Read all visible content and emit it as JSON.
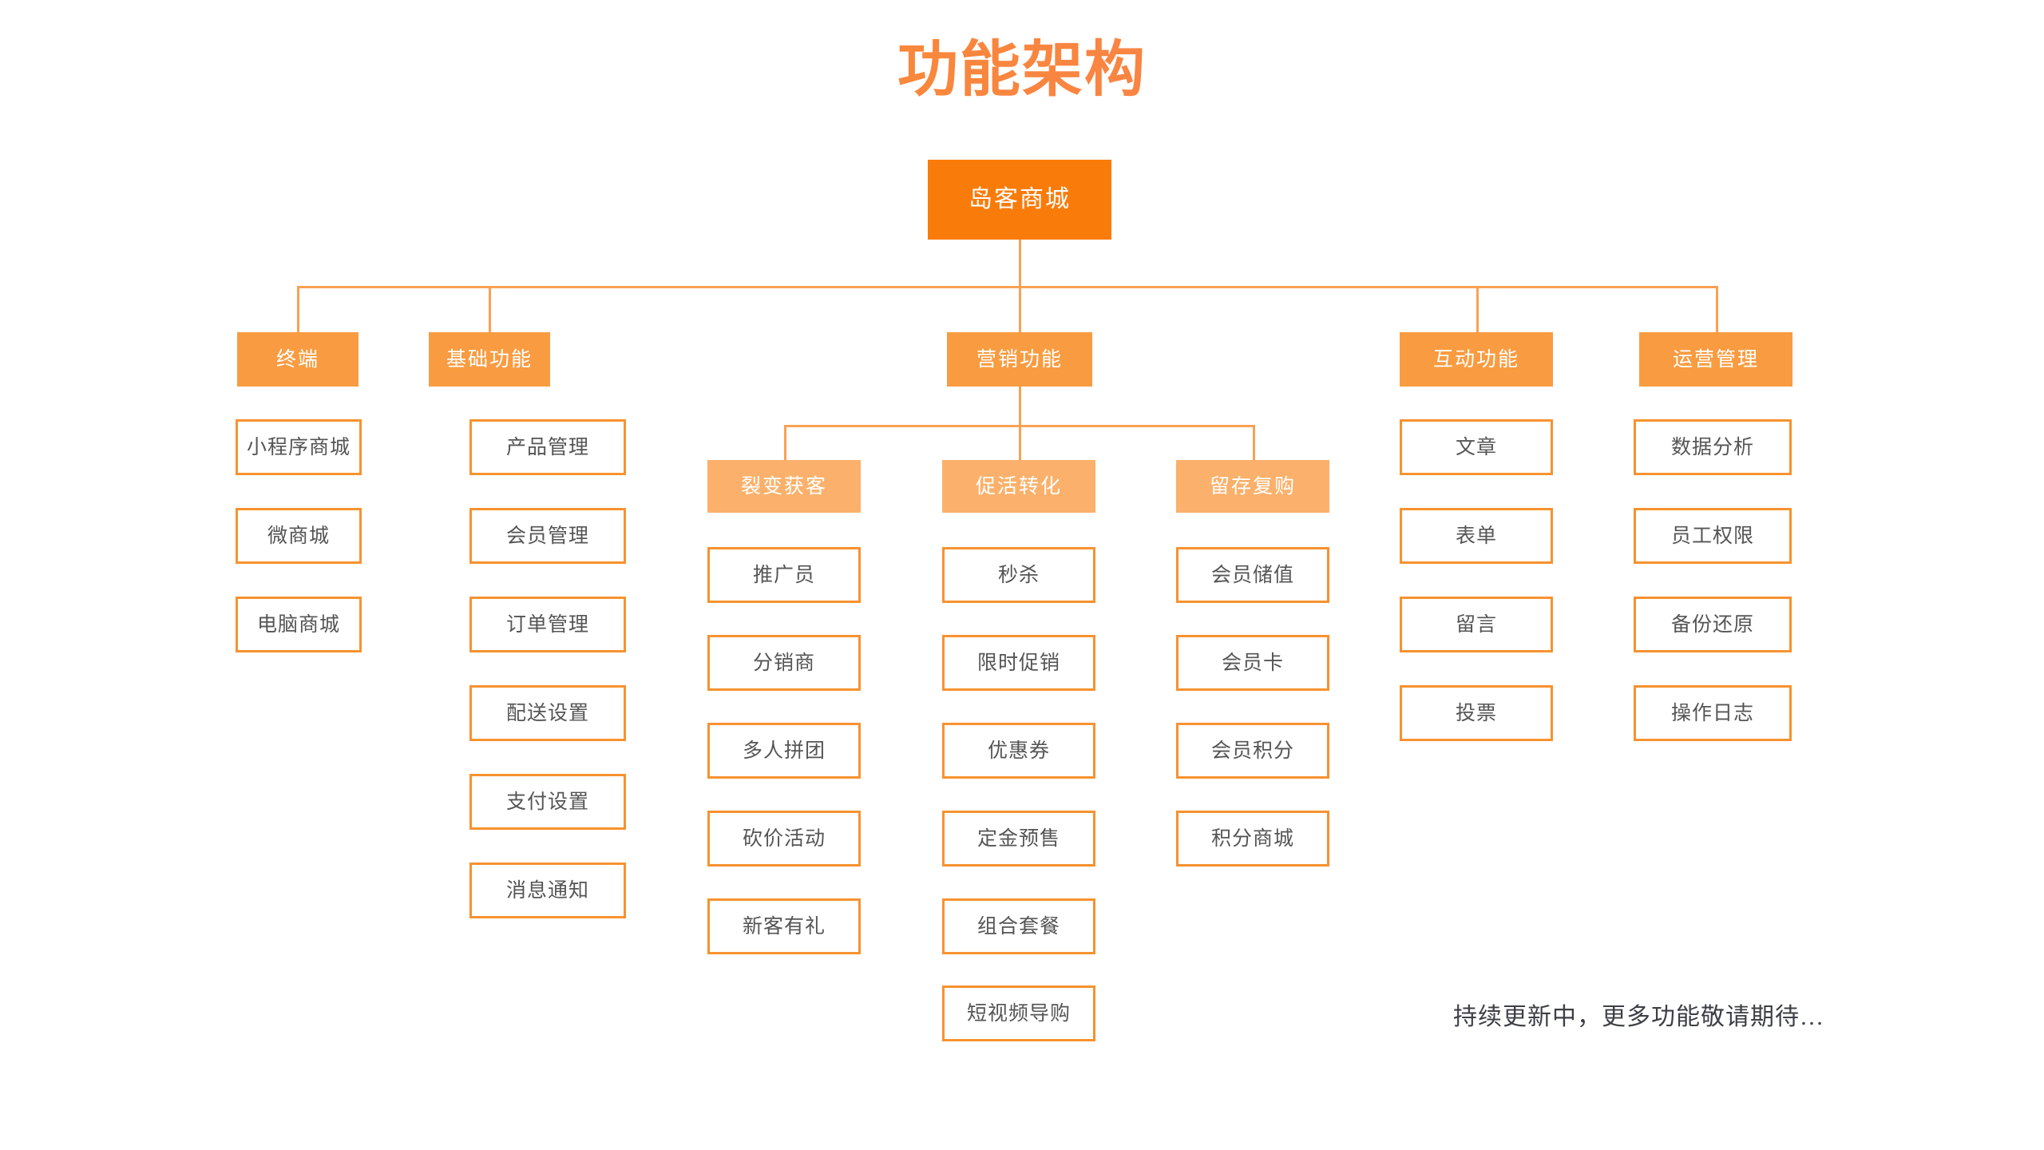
{
  "title": "功能架构",
  "colors": {
    "title_gradient_start": "#F7931E",
    "title_gradient_end": "#FA7B62",
    "root_fill": "#F97C0B",
    "level2_fill": "#F99C41",
    "level3_fill": "#FBB16B",
    "leaf_border": "#F7922F",
    "leaf_text": "#555555",
    "connector": "#F9A154",
    "note_text": "#3C3F45"
  },
  "root": {
    "label": "岛客商城"
  },
  "branches": [
    {
      "label": "终端",
      "children": [
        {
          "label": "小程序商城"
        },
        {
          "label": "微商城"
        },
        {
          "label": "电脑商城"
        }
      ]
    },
    {
      "label": "基础功能",
      "children": [
        {
          "label": "产品管理"
        },
        {
          "label": "会员管理"
        },
        {
          "label": "订单管理"
        },
        {
          "label": "配送设置"
        },
        {
          "label": "支付设置"
        },
        {
          "label": "消息通知"
        }
      ]
    },
    {
      "label": "营销功能",
      "groups": [
        {
          "label": "裂变获客",
          "children": [
            {
              "label": "推广员"
            },
            {
              "label": "分销商"
            },
            {
              "label": "多人拼团"
            },
            {
              "label": "砍价活动"
            },
            {
              "label": "新客有礼"
            }
          ]
        },
        {
          "label": "促活转化",
          "children": [
            {
              "label": "秒杀"
            },
            {
              "label": "限时促销"
            },
            {
              "label": "优惠券"
            },
            {
              "label": "定金预售"
            },
            {
              "label": "组合套餐"
            },
            {
              "label": "短视频导购"
            }
          ]
        },
        {
          "label": "留存复购",
          "children": [
            {
              "label": "会员储值"
            },
            {
              "label": "会员卡"
            },
            {
              "label": "会员积分"
            },
            {
              "label": "积分商城"
            }
          ]
        }
      ]
    },
    {
      "label": "互动功能",
      "children": [
        {
          "label": "文章"
        },
        {
          "label": "表单"
        },
        {
          "label": "留言"
        },
        {
          "label": "投票"
        }
      ]
    },
    {
      "label": "运营管理",
      "children": [
        {
          "label": "数据分析"
        },
        {
          "label": "员工权限"
        },
        {
          "label": "备份还原"
        },
        {
          "label": "操作日志"
        }
      ]
    }
  ],
  "note": "持续更新中，更多功能敬请期待…"
}
